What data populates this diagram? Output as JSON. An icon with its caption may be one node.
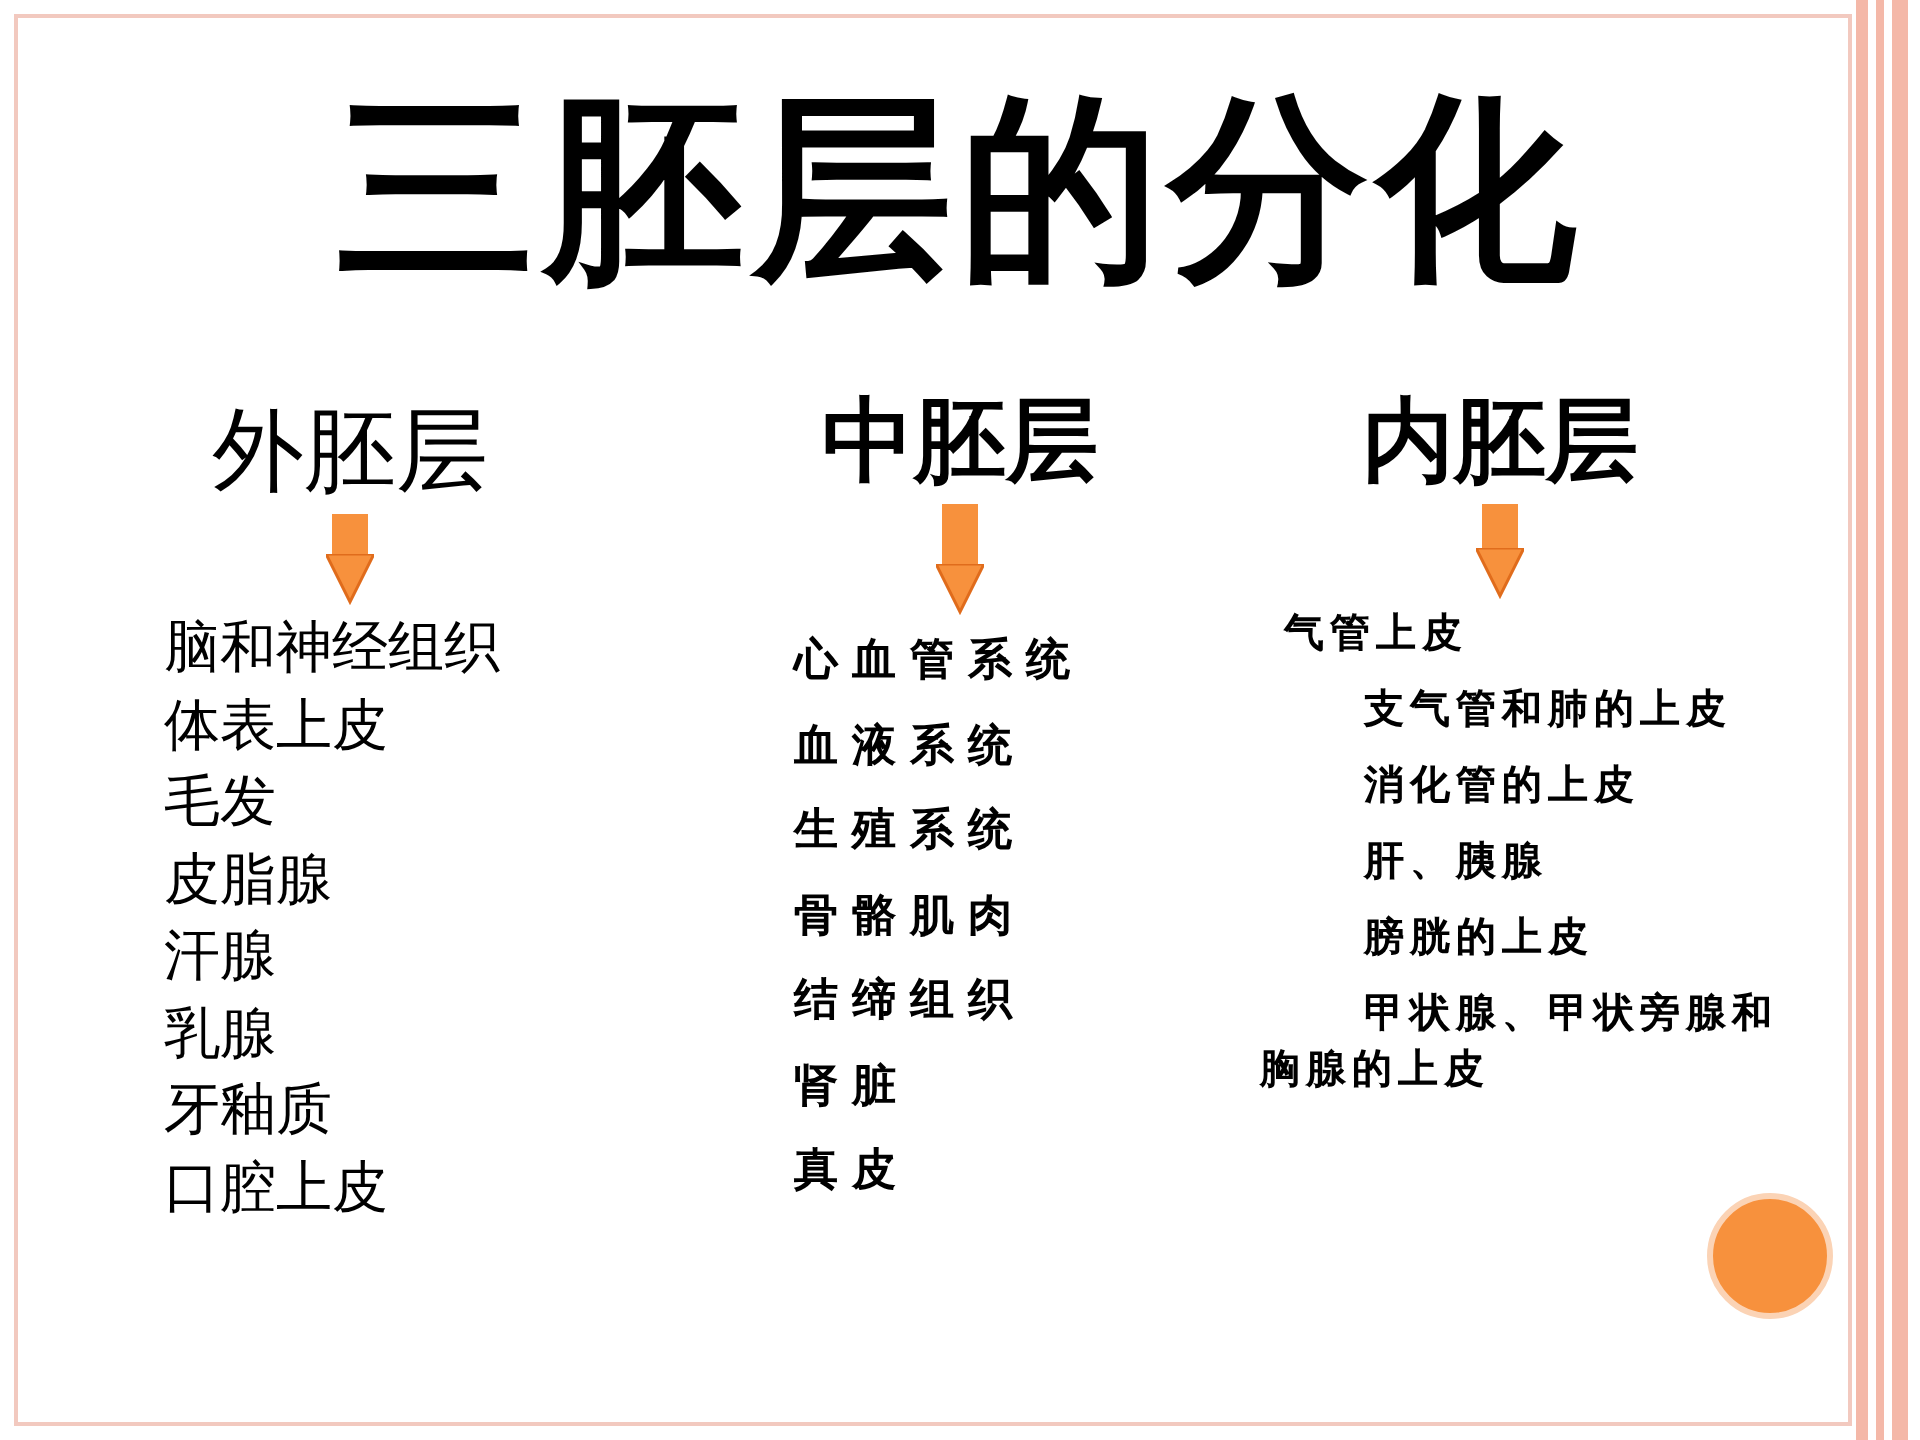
{
  "diagram": {
    "title": "三胚层的分化",
    "nodes": [
      {
        "text": [
          "外胚层"
        ]
      },
      {
        "text": [
          "脑和神经组织",
          "体表上皮",
          "毛发",
          "皮脂腺",
          "汗腺",
          "乳腺",
          "牙釉质",
          "口腔上皮"
        ]
      },
      {
        "text": [
          "中胚层"
        ]
      },
      {
        "text": [
          "心血管系统",
          "血液系统",
          "生殖系统",
          "骨骼肌肉",
          "结缔组织",
          "肾脏",
          "真皮"
        ]
      },
      {
        "text": [
          "内胚层"
        ]
      },
      {
        "text": [
          "气管上皮",
          "支气管和肺的上皮",
          "消化管的上皮",
          "肝、胰腺",
          "膀胱的上皮",
          "甲状腺、甲状旁腺和胸腺的上皮"
        ]
      }
    ],
    "edges": [
      {
        "from": 0,
        "to": 1,
        "arrow": "to"
      },
      {
        "from": 2,
        "to": 3,
        "arrow": "to"
      },
      {
        "from": 4,
        "to": 5,
        "arrow": "to"
      }
    ]
  }
}
